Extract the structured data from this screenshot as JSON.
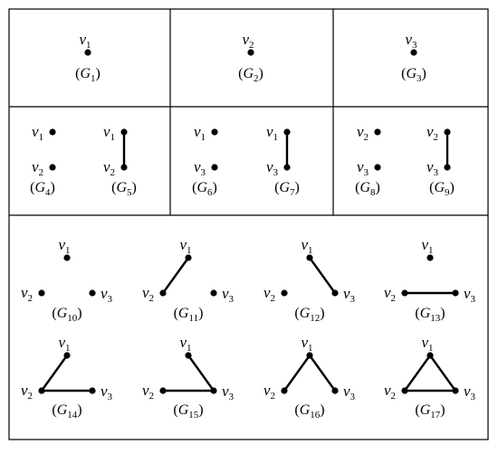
{
  "figure": {
    "graphs": [
      {
        "id": "G1",
        "name": "G",
        "sub": "1",
        "vertices": [
          "1"
        ],
        "edges": []
      },
      {
        "id": "G2",
        "name": "G",
        "sub": "2",
        "vertices": [
          "2"
        ],
        "edges": []
      },
      {
        "id": "G3",
        "name": "G",
        "sub": "3",
        "vertices": [
          "3"
        ],
        "edges": []
      },
      {
        "id": "G4",
        "name": "G",
        "sub": "4",
        "vertices": [
          "1",
          "2"
        ],
        "edges": []
      },
      {
        "id": "G5",
        "name": "G",
        "sub": "5",
        "vertices": [
          "1",
          "2"
        ],
        "edges": [
          [
            "1",
            "2"
          ]
        ]
      },
      {
        "id": "G6",
        "name": "G",
        "sub": "6",
        "vertices": [
          "1",
          "3"
        ],
        "edges": []
      },
      {
        "id": "G7",
        "name": "G",
        "sub": "7",
        "vertices": [
          "1",
          "3"
        ],
        "edges": [
          [
            "1",
            "3"
          ]
        ]
      },
      {
        "id": "G8",
        "name": "G",
        "sub": "8",
        "vertices": [
          "2",
          "3"
        ],
        "edges": []
      },
      {
        "id": "G9",
        "name": "G",
        "sub": "9",
        "vertices": [
          "2",
          "3"
        ],
        "edges": [
          [
            "2",
            "3"
          ]
        ]
      },
      {
        "id": "G10",
        "name": "G",
        "sub": "10",
        "vertices": [
          "1",
          "2",
          "3"
        ],
        "edges": []
      },
      {
        "id": "G11",
        "name": "G",
        "sub": "11",
        "vertices": [
          "1",
          "2",
          "3"
        ],
        "edges": [
          [
            "1",
            "2"
          ]
        ]
      },
      {
        "id": "G12",
        "name": "G",
        "sub": "12",
        "vertices": [
          "1",
          "2",
          "3"
        ],
        "edges": [
          [
            "1",
            "3"
          ]
        ]
      },
      {
        "id": "G13",
        "name": "G",
        "sub": "13",
        "vertices": [
          "1",
          "2",
          "3"
        ],
        "edges": [
          [
            "2",
            "3"
          ]
        ]
      },
      {
        "id": "G14",
        "name": "G",
        "sub": "14",
        "vertices": [
          "1",
          "2",
          "3"
        ],
        "edges": [
          [
            "1",
            "2"
          ],
          [
            "2",
            "3"
          ]
        ]
      },
      {
        "id": "G15",
        "name": "G",
        "sub": "15",
        "vertices": [
          "1",
          "2",
          "3"
        ],
        "edges": [
          [
            "1",
            "3"
          ],
          [
            "2",
            "3"
          ]
        ]
      },
      {
        "id": "G16",
        "name": "G",
        "sub": "16",
        "vertices": [
          "1",
          "2",
          "3"
        ],
        "edges": [
          [
            "1",
            "2"
          ],
          [
            "1",
            "3"
          ]
        ]
      },
      {
        "id": "G17",
        "name": "G",
        "sub": "17",
        "vertices": [
          "1",
          "2",
          "3"
        ],
        "edges": [
          [
            "1",
            "2"
          ],
          [
            "1",
            "3"
          ],
          [
            "2",
            "3"
          ]
        ]
      }
    ],
    "vertex_prefix": "v",
    "colors": {
      "ink": "#000000",
      "background": "#ffffff"
    }
  }
}
